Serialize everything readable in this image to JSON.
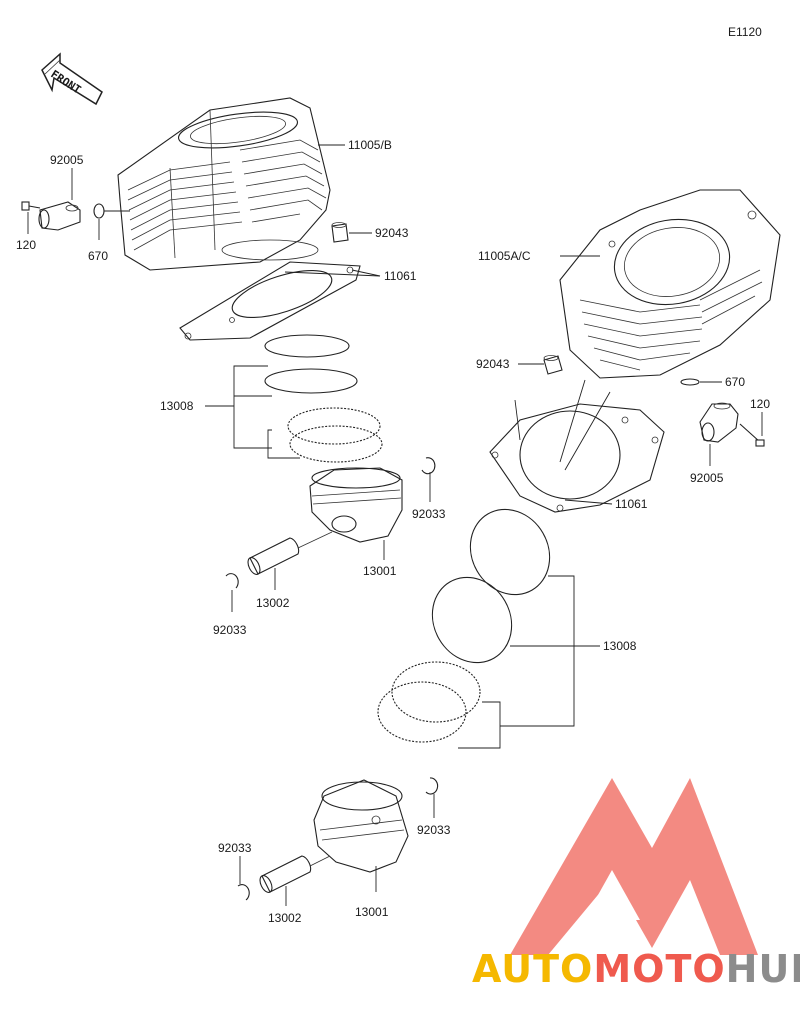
{
  "diagram_code": "E1120",
  "front_label": "FRONT",
  "labels": {
    "cyl_b": "11005/B",
    "cyl_ac": "11005A/C",
    "dowel_l": "92043",
    "dowel_r": "92043",
    "gasket_l": "11061",
    "gasket_r": "11061",
    "fitting_l": "92005",
    "fitting_r": "92005",
    "bolt_l": "120",
    "bolt_r": "120",
    "oring_l": "670",
    "oring_r": "670",
    "rings_l": "13008",
    "rings_r": "13008",
    "piston_u": "13001",
    "piston_d": "13001",
    "pin_u": "13002",
    "pin_d": "13002",
    "clip_u1": "92033",
    "clip_u2": "92033",
    "clip_d1": "92033",
    "clip_d2": "92033"
  },
  "watermark": {
    "part1": "AUTO",
    "part2": "MOTO",
    "part3": "HUB",
    "color1": "#f5b800",
    "color2": "#ef5a4e",
    "color3": "#8c8c8c",
    "logo_color": "#ef5a4e"
  }
}
